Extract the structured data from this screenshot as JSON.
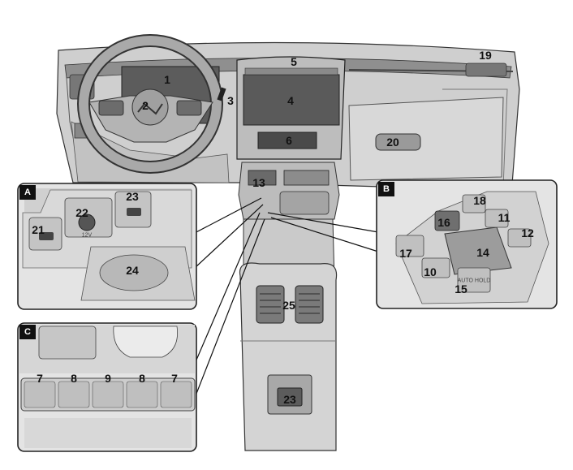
{
  "panels": {
    "a": {
      "tag": "A"
    },
    "b": {
      "tag": "B"
    },
    "c": {
      "tag": "C"
    }
  },
  "main_labels": {
    "l1": "1",
    "l2": "2",
    "l3": "3",
    "l4": "4",
    "l5": "5",
    "l6": "6",
    "l13": "13",
    "l19": "19",
    "l20": "20",
    "l23": "23",
    "l25": "25"
  },
  "panel_a_labels": {
    "l21": "21",
    "l22": "22",
    "l23": "23",
    "l24": "24",
    "socket_text": "12V"
  },
  "panel_b_labels": {
    "l10": "10",
    "l11": "11",
    "l12": "12",
    "l14": "14",
    "l15": "15",
    "l16": "16",
    "l17": "17",
    "l18": "18",
    "auto_hold": "AUTO HOLD"
  },
  "panel_c_labels": {
    "l7a": "7",
    "l8a": "8",
    "l9": "9",
    "l8b": "8",
    "l7b": "7"
  },
  "colors": {
    "interior": "#c8c8c8",
    "panel_fill": "#e2e2e2",
    "dark": "#555555",
    "outline": "#222222"
  }
}
